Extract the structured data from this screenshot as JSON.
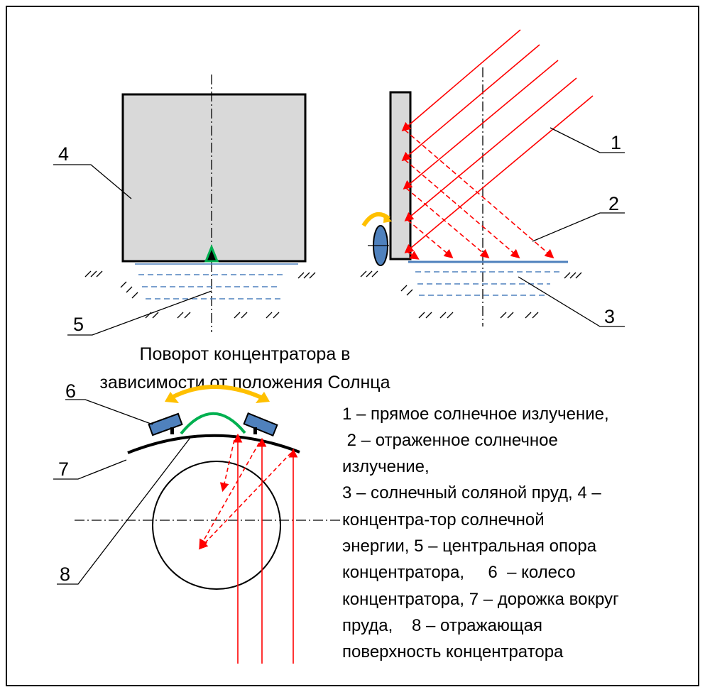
{
  "labels": {
    "l1": "1",
    "l2": "2",
    "l3": "3",
    "l4": "4",
    "l5": "5",
    "l6": "6",
    "l7": "7",
    "l8": "8"
  },
  "caption": [
    "Поворот концентратора в",
    "зависимости от положения Солнца"
  ],
  "legend": [
    "1 – прямое солнечное излучение,",
    " 2 – отраженное солнечное",
    "излучение,",
    "3 – солнечный соляной пруд, 4 –",
    "концентра-тор солнечной",
    "энергии, 5 – центральная опора",
    "концентратора,     6  – колесо",
    "концентратора, 7 – дорожка вокруг",
    "пруда,    8 – отражающая",
    "поверхность концентратора"
  ],
  "colors": {
    "ray": "#ff0000",
    "water": "#4f81bd",
    "concentrator": "#d9d9d9",
    "wheel": "#4f81bd",
    "support": "#00b050",
    "rotation": "#ffc000"
  }
}
